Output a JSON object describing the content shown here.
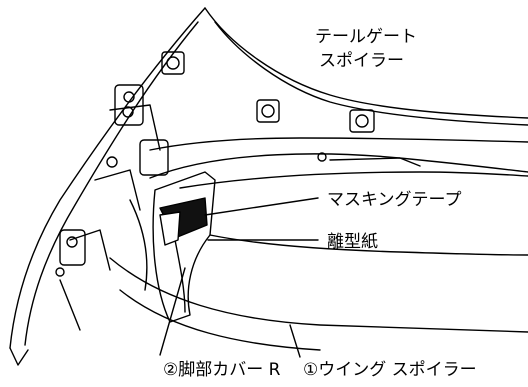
{
  "labels": {
    "tailgate_spoiler_line1": "テールゲート",
    "tailgate_spoiler_line2": "スポイラー",
    "masking_tape": "マスキングテープ",
    "release_paper": "離型紙",
    "leg_cover_r": "②脚部カバー R",
    "wing_spoiler": "①ウイング スポイラー"
  },
  "colors": {
    "line": "#000000",
    "background": "#ffffff",
    "masking_tape": "#111111",
    "release_paper": "#ffffff"
  }
}
